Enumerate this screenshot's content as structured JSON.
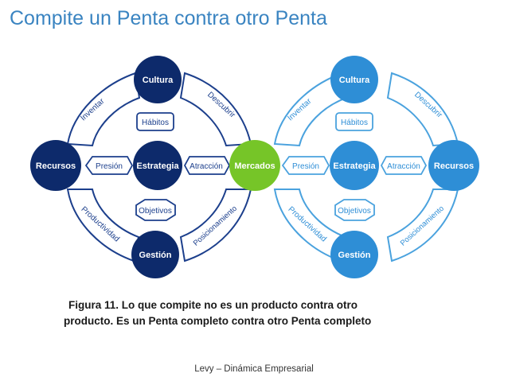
{
  "title": "Compite un Penta contra otro Penta",
  "diagram": {
    "colors": {
      "left_dark": "#0d2a6b",
      "left_band": "#1c3f8c",
      "right_blue": "#2e8ed6",
      "right_band": "#4aa2de",
      "center_green": "#76c528"
    },
    "left": {
      "cultura": "Cultura",
      "recursos": "Recursos",
      "estrategia": "Estrategia",
      "gestion": "Gestión",
      "habitos": "Hábitos",
      "presion": "Presión",
      "atraccion": "Atracción",
      "objetivos": "Objetivos",
      "inventar": "Inventar",
      "descubrir": "Descubrir",
      "productividad": "Productividad",
      "posicionamiento": "Posicionamiento"
    },
    "center": {
      "mercados": "Mercados"
    },
    "right": {
      "cultura": "Cultura",
      "recursos": "Recursos",
      "estrategia": "Estrategia",
      "gestion": "Gestión",
      "habitos": "Hábitos",
      "presion": "Presión",
      "atraccion": "Atracción",
      "objetivos": "Objetivos",
      "inventar": "Inventar",
      "descubrir": "Descubrir",
      "productividad": "Productividad",
      "posicionamiento": "Posicionamiento"
    }
  },
  "caption": {
    "line1": "Figura 11.  Lo que compite no es un producto contra otro",
    "line2": "producto. Es un Penta completo contra otro Penta completo"
  },
  "footer": "Levy – Dinámica Empresarial"
}
